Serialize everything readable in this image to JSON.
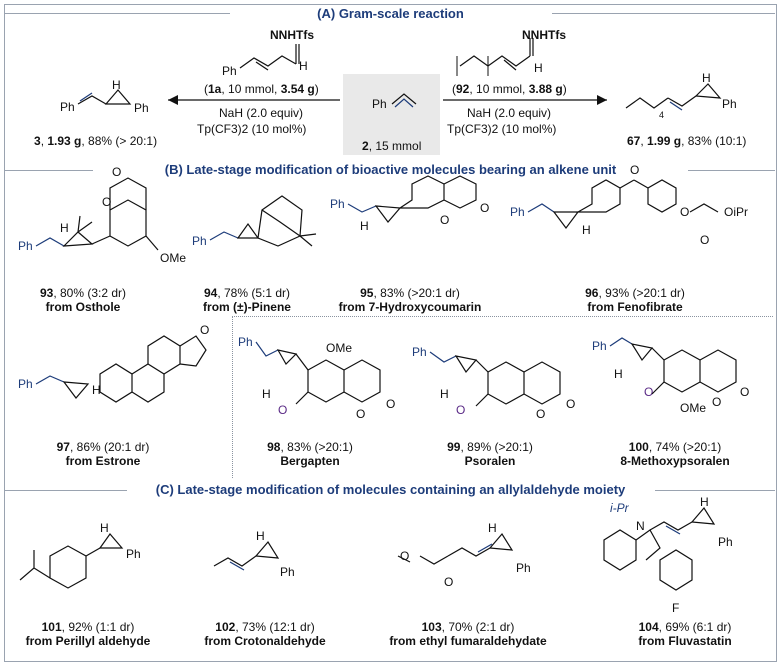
{
  "sectionA": {
    "title": "(A) Gram-scale reaction",
    "hydrazoneTag": "NNHTfs",
    "styrene_id": "2",
    "styrene_amount": ", 15 mmol",
    "left": {
      "reagent_pre": "(",
      "reagent_id": "1a",
      "reagent_mid": ", 10 mmol, ",
      "reagent_mass": "3.54 g",
      "reagent_post": ")",
      "base": "NaH (2.0 equiv)",
      "catalyst": "Tp(CF3)2 (10 mol%)",
      "product_id": "3",
      "product_mass": "1.93 g",
      "product_rest": ", 88% (> 20:1)"
    },
    "right": {
      "reagent_pre": "(",
      "reagent_id": "92",
      "reagent_mid": ", 10 mmol, ",
      "reagent_mass": "3.88 g",
      "reagent_post": ")",
      "base": "NaH (2.0 equiv)",
      "catalyst": "Tp(CF3)2 (10 mol%)",
      "product_id": "67",
      "product_mass": "1.99 g",
      "product_rest": ", 83% (10:1)"
    }
  },
  "sectionB": {
    "title": "(B) Late-stage modification of bioactive molecules bearing an alkene unit",
    "compounds": [
      {
        "id": "93",
        "result": ", 80% (3:2 dr)",
        "source": "from Osthole"
      },
      {
        "id": "94",
        "result": ", 78% (5:1 dr)",
        "source": "from (±)-Pinene"
      },
      {
        "id": "95",
        "result": ", 83% (>20:1 dr)",
        "source": "from 7-Hydroxycoumarin"
      },
      {
        "id": "96",
        "result": ", 93% (>20:1 dr)",
        "source": "from Fenofibrate"
      },
      {
        "id": "97",
        "result": ", 86% (20:1 dr)",
        "source": "from Estrone"
      },
      {
        "id": "98",
        "result": ", 83% (>20:1)",
        "source": "Bergapten"
      },
      {
        "id": "99",
        "result": ", 89% (>20:1)",
        "source": "Psoralen"
      },
      {
        "id": "100",
        "result": ", 74% (>20:1)",
        "source": "8-Methoxypsoralen"
      }
    ]
  },
  "sectionC": {
    "title": "(C)  Late-stage modification of molecules containing an allylaldehyde moiety",
    "compounds": [
      {
        "id": "101",
        "result": ", 92% (1:1 dr)",
        "source": "from Perillyl aldehyde"
      },
      {
        "id": "102",
        "result": ", 73% (12:1 dr)",
        "source": "from Crotonaldehyde"
      },
      {
        "id": "103",
        "result": ", 70% (2:1 dr)",
        "source": "from ethyl fumaraldehydate"
      },
      {
        "id": "104",
        "result": ", 69% (6:1 dr)",
        "source": "from Fluvastatin"
      }
    ]
  },
  "atoms": {
    "Ph": "Ph",
    "H": "H",
    "O": "O",
    "OMe": "OMe",
    "F": "F",
    "iPr": "i-Pr",
    "N": "N",
    "OiPr": "OiPr",
    "sub4": "4"
  },
  "colors": {
    "accent": "#1d3c7a",
    "frame": "#9aa3b0",
    "oxygen": "#5a2a86"
  }
}
